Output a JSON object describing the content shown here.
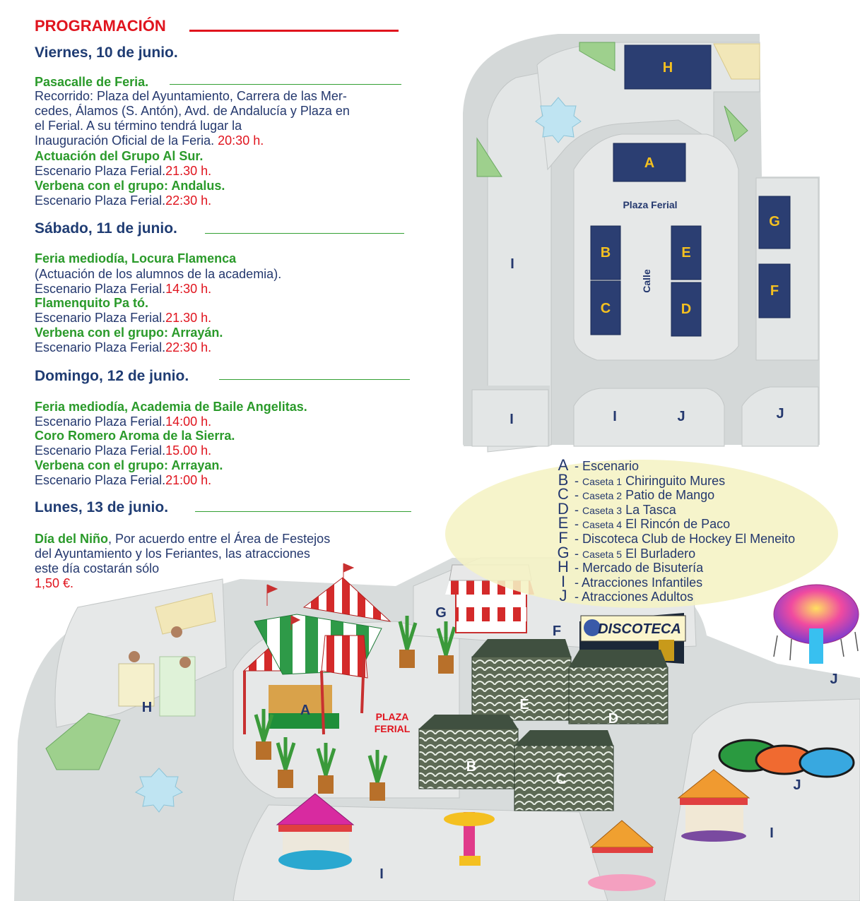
{
  "program": {
    "heading": "PROGRAMACIÓN",
    "days": [
      {
        "title": "Viernes, 10 de junio.",
        "events": [
          {
            "title": "Pasacalle de Feria.",
            "lines": [
              "Recorrido: Plaza del Ayuntamiento, Carrera de las Mer-",
              "cedes, Álamos (S. Antón), Avd. de Andalucía y Plaza en",
              "el Ferial. A su término tendrá lugar la"
            ],
            "place": "Inauguración Oficial de la Feria.",
            "time": "20:30 h."
          },
          {
            "title": "Actuación del Grupo Al Sur.",
            "lines": [],
            "place": "Escenario Plaza Ferial.",
            "time": "21.30 h."
          },
          {
            "title": "Verbena con el grupo: Andalus.",
            "lines": [],
            "place": "Escenario Plaza Ferial.",
            "time": "22:30 h."
          }
        ]
      },
      {
        "title": "Sábado, 11 de junio.",
        "events": [
          {
            "title": "Feria mediodía, Locura Flamenca",
            "lines": [
              "(Actuación de los alumnos de la academia)."
            ],
            "place": "Escenario Plaza Ferial.",
            "time": "14:30 h."
          },
          {
            "title": "Flamenquito Pa tó.",
            "lines": [],
            "place": "Escenario Plaza Ferial.",
            "time": "21.30 h."
          },
          {
            "title": "Verbena con el grupo: Arrayán.",
            "lines": [],
            "place": "Escenario Plaza Ferial.",
            "time": "22:30 h."
          }
        ]
      },
      {
        "title": "Domingo, 12 de junio.",
        "events": [
          {
            "title": "Feria mediodía, Academia de Baile Angelitas.",
            "lines": [],
            "place": "Escenario Plaza Ferial.",
            "time": "14:00 h."
          },
          {
            "title": "Coro Romero Aroma de la Sierra.",
            "lines": [],
            "place": "Escenario Plaza Ferial.",
            "time": "15.00 h."
          },
          {
            "title": "Verbena con el grupo: Arrayan.",
            "lines": [],
            "place": "Escenario Plaza Ferial.",
            "time": "21:00 h."
          }
        ]
      },
      {
        "title": "Lunes, 13 de junio.",
        "events": [
          {
            "title": "Día del Niño",
            "text": ", Por acuerdo entre el Área de Festejos",
            "lines": [
              "del Ayuntamiento y los Feriantes, las atracciones",
              "este día costarán sólo"
            ],
            "time": "1,50 €."
          }
        ]
      }
    ]
  },
  "legend": [
    {
      "letter": "A",
      "prefix": "",
      "text": "Escenario"
    },
    {
      "letter": "B",
      "prefix": "Caseta 1",
      "text": "Chiringuito Mures"
    },
    {
      "letter": "C",
      "prefix": "Caseta 2",
      "text": "Patio de Mango"
    },
    {
      "letter": "D",
      "prefix": "Caseta 3",
      "text": "La Tasca"
    },
    {
      "letter": "E",
      "prefix": "Caseta 4",
      "text": "El Rincón de Paco"
    },
    {
      "letter": "F",
      "prefix": "",
      "text": "Discoteca Club de Hockey El Meneito"
    },
    {
      "letter": "G",
      "prefix": "Caseta 5",
      "text": "El Burladero"
    },
    {
      "letter": "H",
      "prefix": "",
      "text": "Mercado de Bisutería"
    },
    {
      "letter": "I",
      "prefix": "",
      "text": "Atracciones Infantiles"
    },
    {
      "letter": "J",
      "prefix": "",
      "text": "Atracciones Adultos"
    }
  ],
  "plan": {
    "plaza_label": "Plaza Ferial",
    "street_label": "Calle",
    "booths": {
      "H": "H",
      "A": "A",
      "G": "G",
      "B": "B",
      "E": "E",
      "F": "F",
      "C": "C",
      "D": "D"
    },
    "zones": {
      "I1": "I",
      "I2": "I",
      "I3": "I",
      "J1": "J",
      "J2": "J"
    }
  },
  "scene": {
    "plaza_label_1": "PLAZA",
    "plaza_label_2": "FERIAL",
    "disco_sign": "DISCOTECA",
    "labels": {
      "G": "G",
      "F": "F",
      "H": "H",
      "A": "A",
      "E": "E",
      "D": "D",
      "B": "B",
      "C": "C",
      "J1": "J",
      "J2": "J",
      "I1": "I",
      "I2": "I"
    }
  },
  "colors": {
    "heading_red": "#e0141e",
    "navy": "#1f3c73",
    "green_title": "#2a9a2a",
    "booth_fill": "#2b3e72",
    "booth_letter": "#f4c020",
    "road": "#d8dcdc",
    "block": "#e3e6e6",
    "lawn": "#9ed08d",
    "sand": "#f2e7b8",
    "legend_bg": "#f5f2c4"
  }
}
